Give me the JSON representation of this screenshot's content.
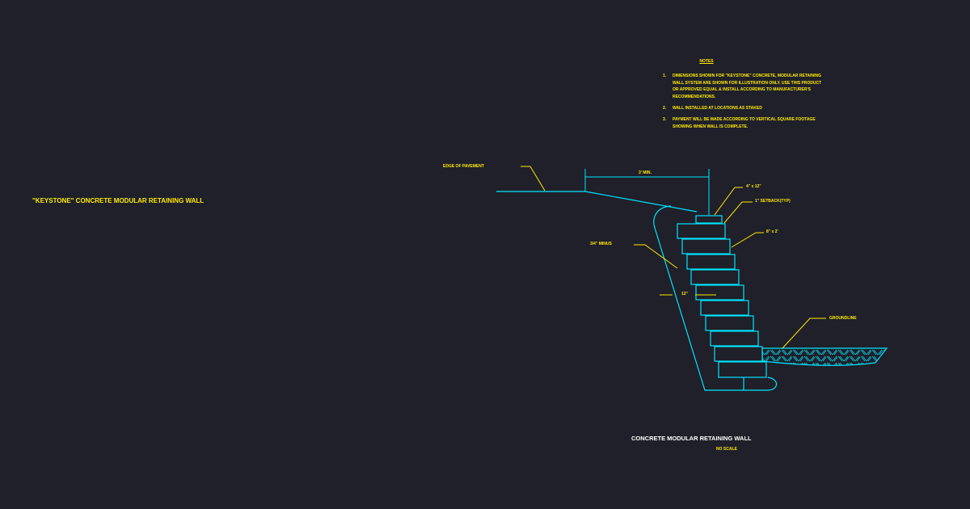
{
  "title": "\"KEYSTONE\" CONCRETE MODULAR RETAINING WALL",
  "notes": {
    "header": "NOTES",
    "items": [
      {
        "num": "1.",
        "text": "DIMENSIONS SHOWN FOR \"KEYSTONE\" CONCRETE, MODULAR RETAINING WALL SYSTEM ARE SHOWN FOR ILLUSTRATION ONLY. USE THIS PRODUCT OR APPROVED EQUAL & INSTALL ACCORDING TO MANUFACTURER'S RECOMMENDATIONS."
      },
      {
        "num": "2.",
        "text": "WALL INSTALLED AT LOCATIONS AS STAKED"
      },
      {
        "num": "3.",
        "text": "PAYMENT WILL BE MADE ACCORDING TO VERTICAL SQUARE FOOTAGE SHOWING WHEN WALL IS COMPLETE."
      }
    ]
  },
  "labels": {
    "edge_of_pavement": "EDGE OF PAVEMENT",
    "min_dim": "3' MIN.",
    "cap_size": "4\" x 12\"",
    "setback": "1\" SETBACK(TYP)",
    "block_size": "8\" x 2'",
    "gravel": "3/4\" MINUS",
    "width_12": "12\"",
    "groundline": "GROUNDLINE"
  },
  "caption": "CONCRETE MODULAR RETAINING WALL",
  "subcaption": "NO SCALE",
  "colors": {
    "background": "#1f2029",
    "linework": "#00e5ff",
    "annotation": "#ffea00",
    "caption": "#ffffff"
  }
}
